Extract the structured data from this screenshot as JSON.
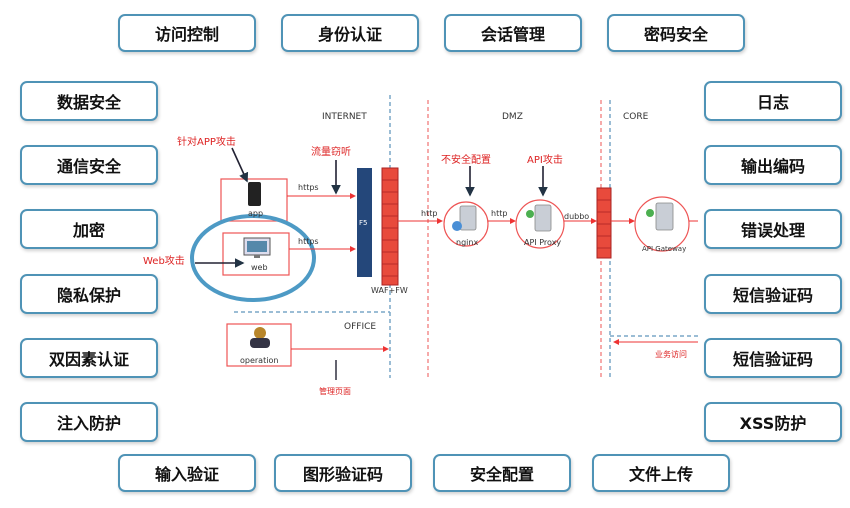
{
  "top_boxes": [
    "访问控制",
    "身份认证",
    "会话管理",
    "密码安全"
  ],
  "left_boxes": [
    "数据安全",
    "通信安全",
    "加密",
    "隐私保护",
    "双因素认证",
    "注入防护"
  ],
  "right_boxes": [
    "日志",
    "输出编码",
    "错误处理",
    "短信验证码",
    "短信验证码",
    "XSS防护"
  ],
  "bottom_boxes": [
    "输入验证",
    "图形验证码",
    "安全配置",
    "文件上传"
  ],
  "diagram": {
    "zones": {
      "internet": "INTERNET",
      "dmz": "DMZ",
      "core": "CORE",
      "office": "OFFICE"
    },
    "attacks": {
      "app_attack": "针对APP攻击",
      "sniff": "流量窃听",
      "insecure_config": "不安全配置",
      "api_attack": "API攻击",
      "web_attack": "Web攻击",
      "admin_page": "管理页面",
      "business_access": "业务访问"
    },
    "nodes": {
      "app": "app",
      "web": "web",
      "operation": "operation",
      "f5": "F5",
      "waf_fw": "WAF+FW",
      "nginx": "nginx",
      "api_proxy": "API Proxy",
      "api_gateway": "API Gateway"
    },
    "protocols": {
      "https1": "https",
      "https2": "https",
      "http1": "http",
      "http2": "http",
      "dubbo": "dubbo"
    }
  }
}
